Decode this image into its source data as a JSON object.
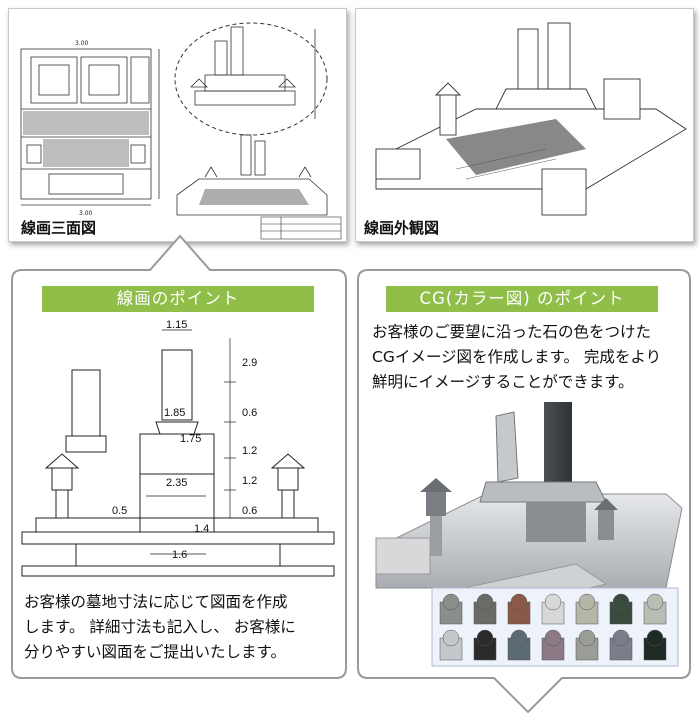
{
  "top_left": {
    "caption": "線画三面図"
  },
  "top_right": {
    "caption": "線画外観図"
  },
  "left_panel": {
    "title": "線画のポイント",
    "dims": [
      "1.15",
      "1.85",
      "1.75",
      "2.35",
      "1.4",
      "1.6",
      "2.9",
      "0.6",
      "1.2",
      "1.2",
      "0.6",
      "0.5"
    ],
    "text_lines": [
      "お客様の墓地寸法に応じて図面を作成",
      "します。 詳細寸法も記入し、 お客様に",
      "分りやすい図面をご提出いたします。"
    ]
  },
  "right_panel": {
    "title": "CG(カラー図) のポイント",
    "text_lines": [
      "お客様のご要望に沿った石の色をつけた",
      "CGイメージ図を作成します。 完成をより",
      "鮮明にイメージすることができます。"
    ]
  },
  "colors": {
    "band": "#8fbf48",
    "border": "#9a9a9a",
    "stone_swatches_row1": [
      "#8a8f8c",
      "#6a6a66",
      "#8a5a48",
      "#d8d8d8",
      "#b5b5a8",
      "#3a4a3e",
      "#b9bdb4"
    ],
    "stone_swatches_row2": [
      "#c2c8cc",
      "#2a2a2a",
      "#5c6a74",
      "#8b7a86",
      "#9a9c96",
      "#7a7e8a",
      "#1e2a24"
    ]
  }
}
